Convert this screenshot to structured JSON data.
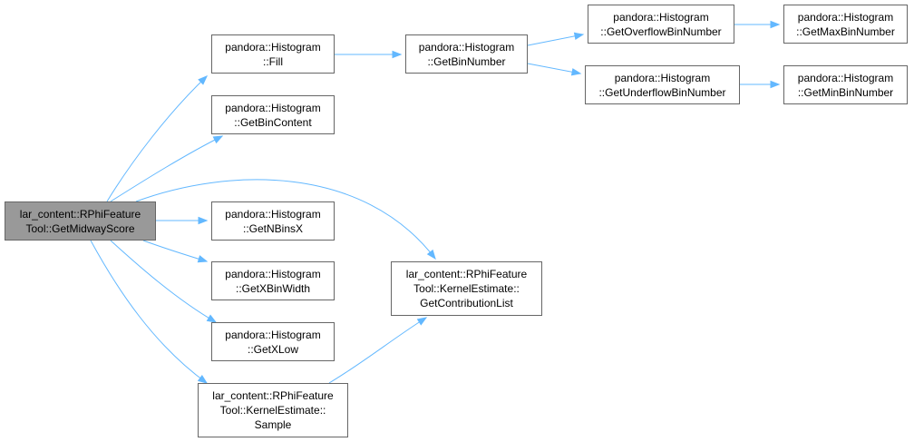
{
  "graph": {
    "edge_color": "#63b8ff",
    "root_fill": "#999999",
    "node_border": "#666666",
    "nodes": [
      {
        "id": "midway",
        "lines": [
          "lar_content::RPhiFeature",
          "Tool::GetMidwayScore"
        ],
        "root": true
      },
      {
        "id": "fill",
        "lines": [
          "pandora::Histogram",
          "::Fill"
        ]
      },
      {
        "id": "getbincontent",
        "lines": [
          "pandora::Histogram",
          "::GetBinContent"
        ]
      },
      {
        "id": "getnbinsx",
        "lines": [
          "pandora::Histogram",
          "::GetNBinsX"
        ]
      },
      {
        "id": "getxbinwidth",
        "lines": [
          "pandora::Histogram",
          "::GetXBinWidth"
        ]
      },
      {
        "id": "getxlow",
        "lines": [
          "pandora::Histogram",
          "::GetXLow"
        ]
      },
      {
        "id": "sample",
        "lines": [
          "lar_content::RPhiFeature",
          "Tool::KernelEstimate::",
          "Sample"
        ]
      },
      {
        "id": "getbinnumber",
        "lines": [
          "pandora::Histogram",
          "::GetBinNumber"
        ]
      },
      {
        "id": "getcontriblist",
        "lines": [
          "lar_content::RPhiFeature",
          "Tool::KernelEstimate::",
          "GetContributionList"
        ]
      },
      {
        "id": "getoverflow",
        "lines": [
          "pandora::Histogram",
          "::GetOverflowBinNumber"
        ]
      },
      {
        "id": "getunderflow",
        "lines": [
          "pandora::Histogram",
          "::GetUnderflowBinNumber"
        ]
      },
      {
        "id": "getmaxbin",
        "lines": [
          "pandora::Histogram",
          "::GetMaxBinNumber"
        ]
      },
      {
        "id": "getminbin",
        "lines": [
          "pandora::Histogram",
          "::GetMinBinNumber"
        ]
      }
    ],
    "edges": [
      {
        "from": "midway",
        "to": "fill"
      },
      {
        "from": "midway",
        "to": "getbincontent"
      },
      {
        "from": "midway",
        "to": "getcontriblist"
      },
      {
        "from": "midway",
        "to": "getnbinsx"
      },
      {
        "from": "midway",
        "to": "getxbinwidth"
      },
      {
        "from": "midway",
        "to": "getxlow"
      },
      {
        "from": "midway",
        "to": "sample"
      },
      {
        "from": "fill",
        "to": "getbinnumber"
      },
      {
        "from": "getbinnumber",
        "to": "getoverflow"
      },
      {
        "from": "getbinnumber",
        "to": "getunderflow"
      },
      {
        "from": "getoverflow",
        "to": "getmaxbin"
      },
      {
        "from": "getunderflow",
        "to": "getminbin"
      },
      {
        "from": "sample",
        "to": "getcontriblist"
      }
    ]
  }
}
